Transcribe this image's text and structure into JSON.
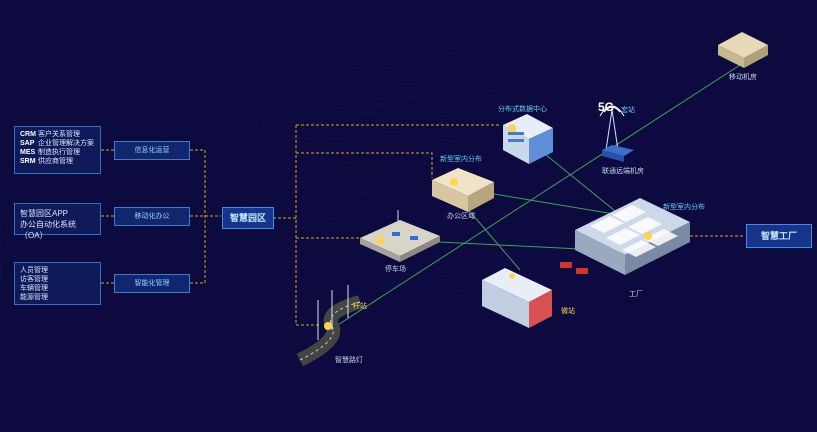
{
  "left_groups": [
    {
      "items": [
        {
          "code": "CRM",
          "text": "客户关系管理"
        },
        {
          "code": "SAP",
          "text": "企业管理解决方案"
        },
        {
          "code": "MES",
          "text": "制造执行管理"
        },
        {
          "code": "SRM",
          "text": "供应商管理"
        }
      ],
      "middle_label": "信息化运营"
    },
    {
      "items": [
        {
          "code": "",
          "text": "智慧园区APP"
        },
        {
          "code": "",
          "text": "办公自动化系统（OA）"
        }
      ],
      "middle_label": "移动化办公"
    },
    {
      "items": [
        {
          "code": "",
          "text": "人员管理"
        },
        {
          "code": "",
          "text": "访客管理"
        },
        {
          "code": "",
          "text": "车辆管理"
        },
        {
          "code": "",
          "text": "能源管理"
        }
      ],
      "middle_label": "智能化管理"
    }
  ],
  "hub_label": "智慧园区",
  "right_box_label": "智慧工厂",
  "nodes": {
    "mobile_room": "移动机房",
    "datacenter": "分布式数据中心",
    "five_g": "5G",
    "base_station": "宏站",
    "unicom_room": "联通远端机房",
    "office_indoor": "新型室内分布",
    "office_area": "办公区域",
    "parking": "停车场",
    "factory_indoor": "新型室内分布",
    "factory": "工厂",
    "micro": "微站",
    "pole": "杆站",
    "street_light": "智慧路灯"
  },
  "colors": {
    "background": "#0c0a3e",
    "dash": "#d8a520",
    "line": "#2f8f4a",
    "accent": "#5fd0ff"
  }
}
